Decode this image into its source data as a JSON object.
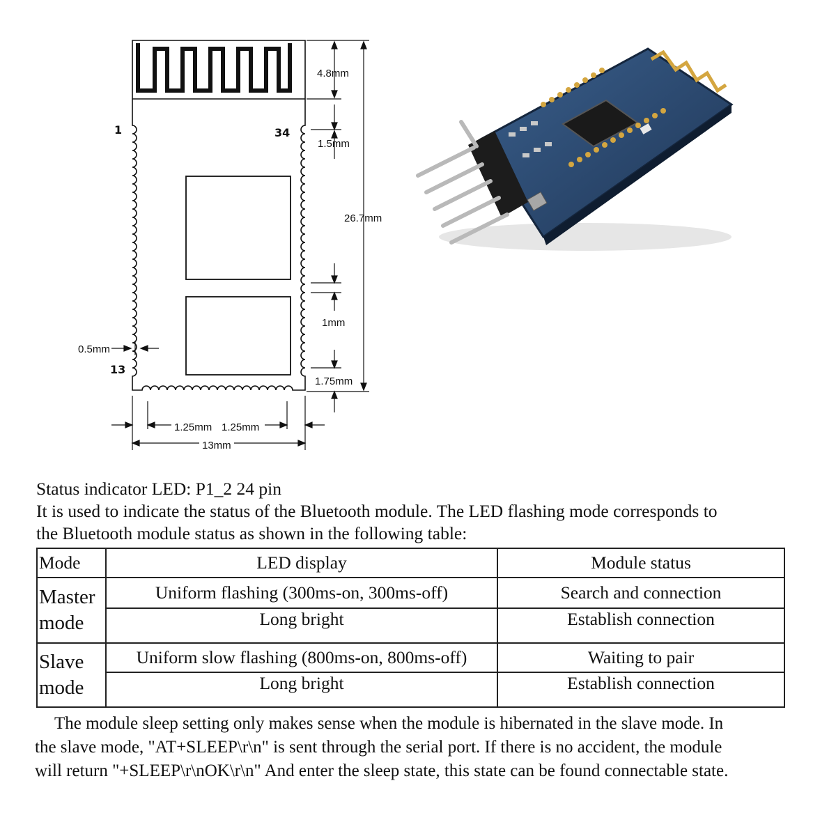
{
  "diagram": {
    "dims": {
      "antenna_height": "4.8mm",
      "pad_offset": "1.5mm",
      "total_length": "26.7mm",
      "pad_pitch": "1mm",
      "bottom_offset": "1.75mm",
      "pad_depth": "0.5mm",
      "bottom_left": "1.25mm",
      "bottom_right": "1.25mm",
      "width": "13mm"
    },
    "pins": {
      "first": "1",
      "last_right": "34",
      "last_left": "13"
    }
  },
  "text": {
    "line1": "Status indicator LED: P1_2 24 pin",
    "line2": "It is used to indicate the status of the Bluetooth module. The LED flashing mode corresponds to",
    "line3": "the Bluetooth module status as shown in the following table:"
  },
  "table": {
    "headers": {
      "mode": "Mode",
      "led": "LED display",
      "status": "Module status"
    },
    "master": {
      "label1": "Master",
      "label2": "mode",
      "rows": [
        {
          "led": "Uniform flashing (300ms-on, 300ms-off)",
          "status": "Search and connection"
        },
        {
          "led": "Long bright",
          "status": "Establish connection"
        }
      ]
    },
    "slave": {
      "label1": "Slave",
      "label2": "mode",
      "rows": [
        {
          "led": "Uniform slow flashing (800ms-on, 800ms-off)",
          "status": "Waiting to pair"
        },
        {
          "led": "Long bright",
          "status": "Establish connection"
        }
      ]
    }
  },
  "footer": {
    "line1": "The module sleep setting only makes sense when the module is hibernated in the slave mode. In",
    "line2": "the slave mode, \"AT+SLEEP\\r\\n\" is sent through the serial port. If there is no accident, the module",
    "line3": "will return \"+SLEEP\\r\\nOK\\r\\n\" And enter the sleep state, this state can be found connectable state."
  },
  "colors": {
    "pcb": "#2d4a6e",
    "gold": "#d4a640",
    "chip": "#1a1a1a"
  }
}
